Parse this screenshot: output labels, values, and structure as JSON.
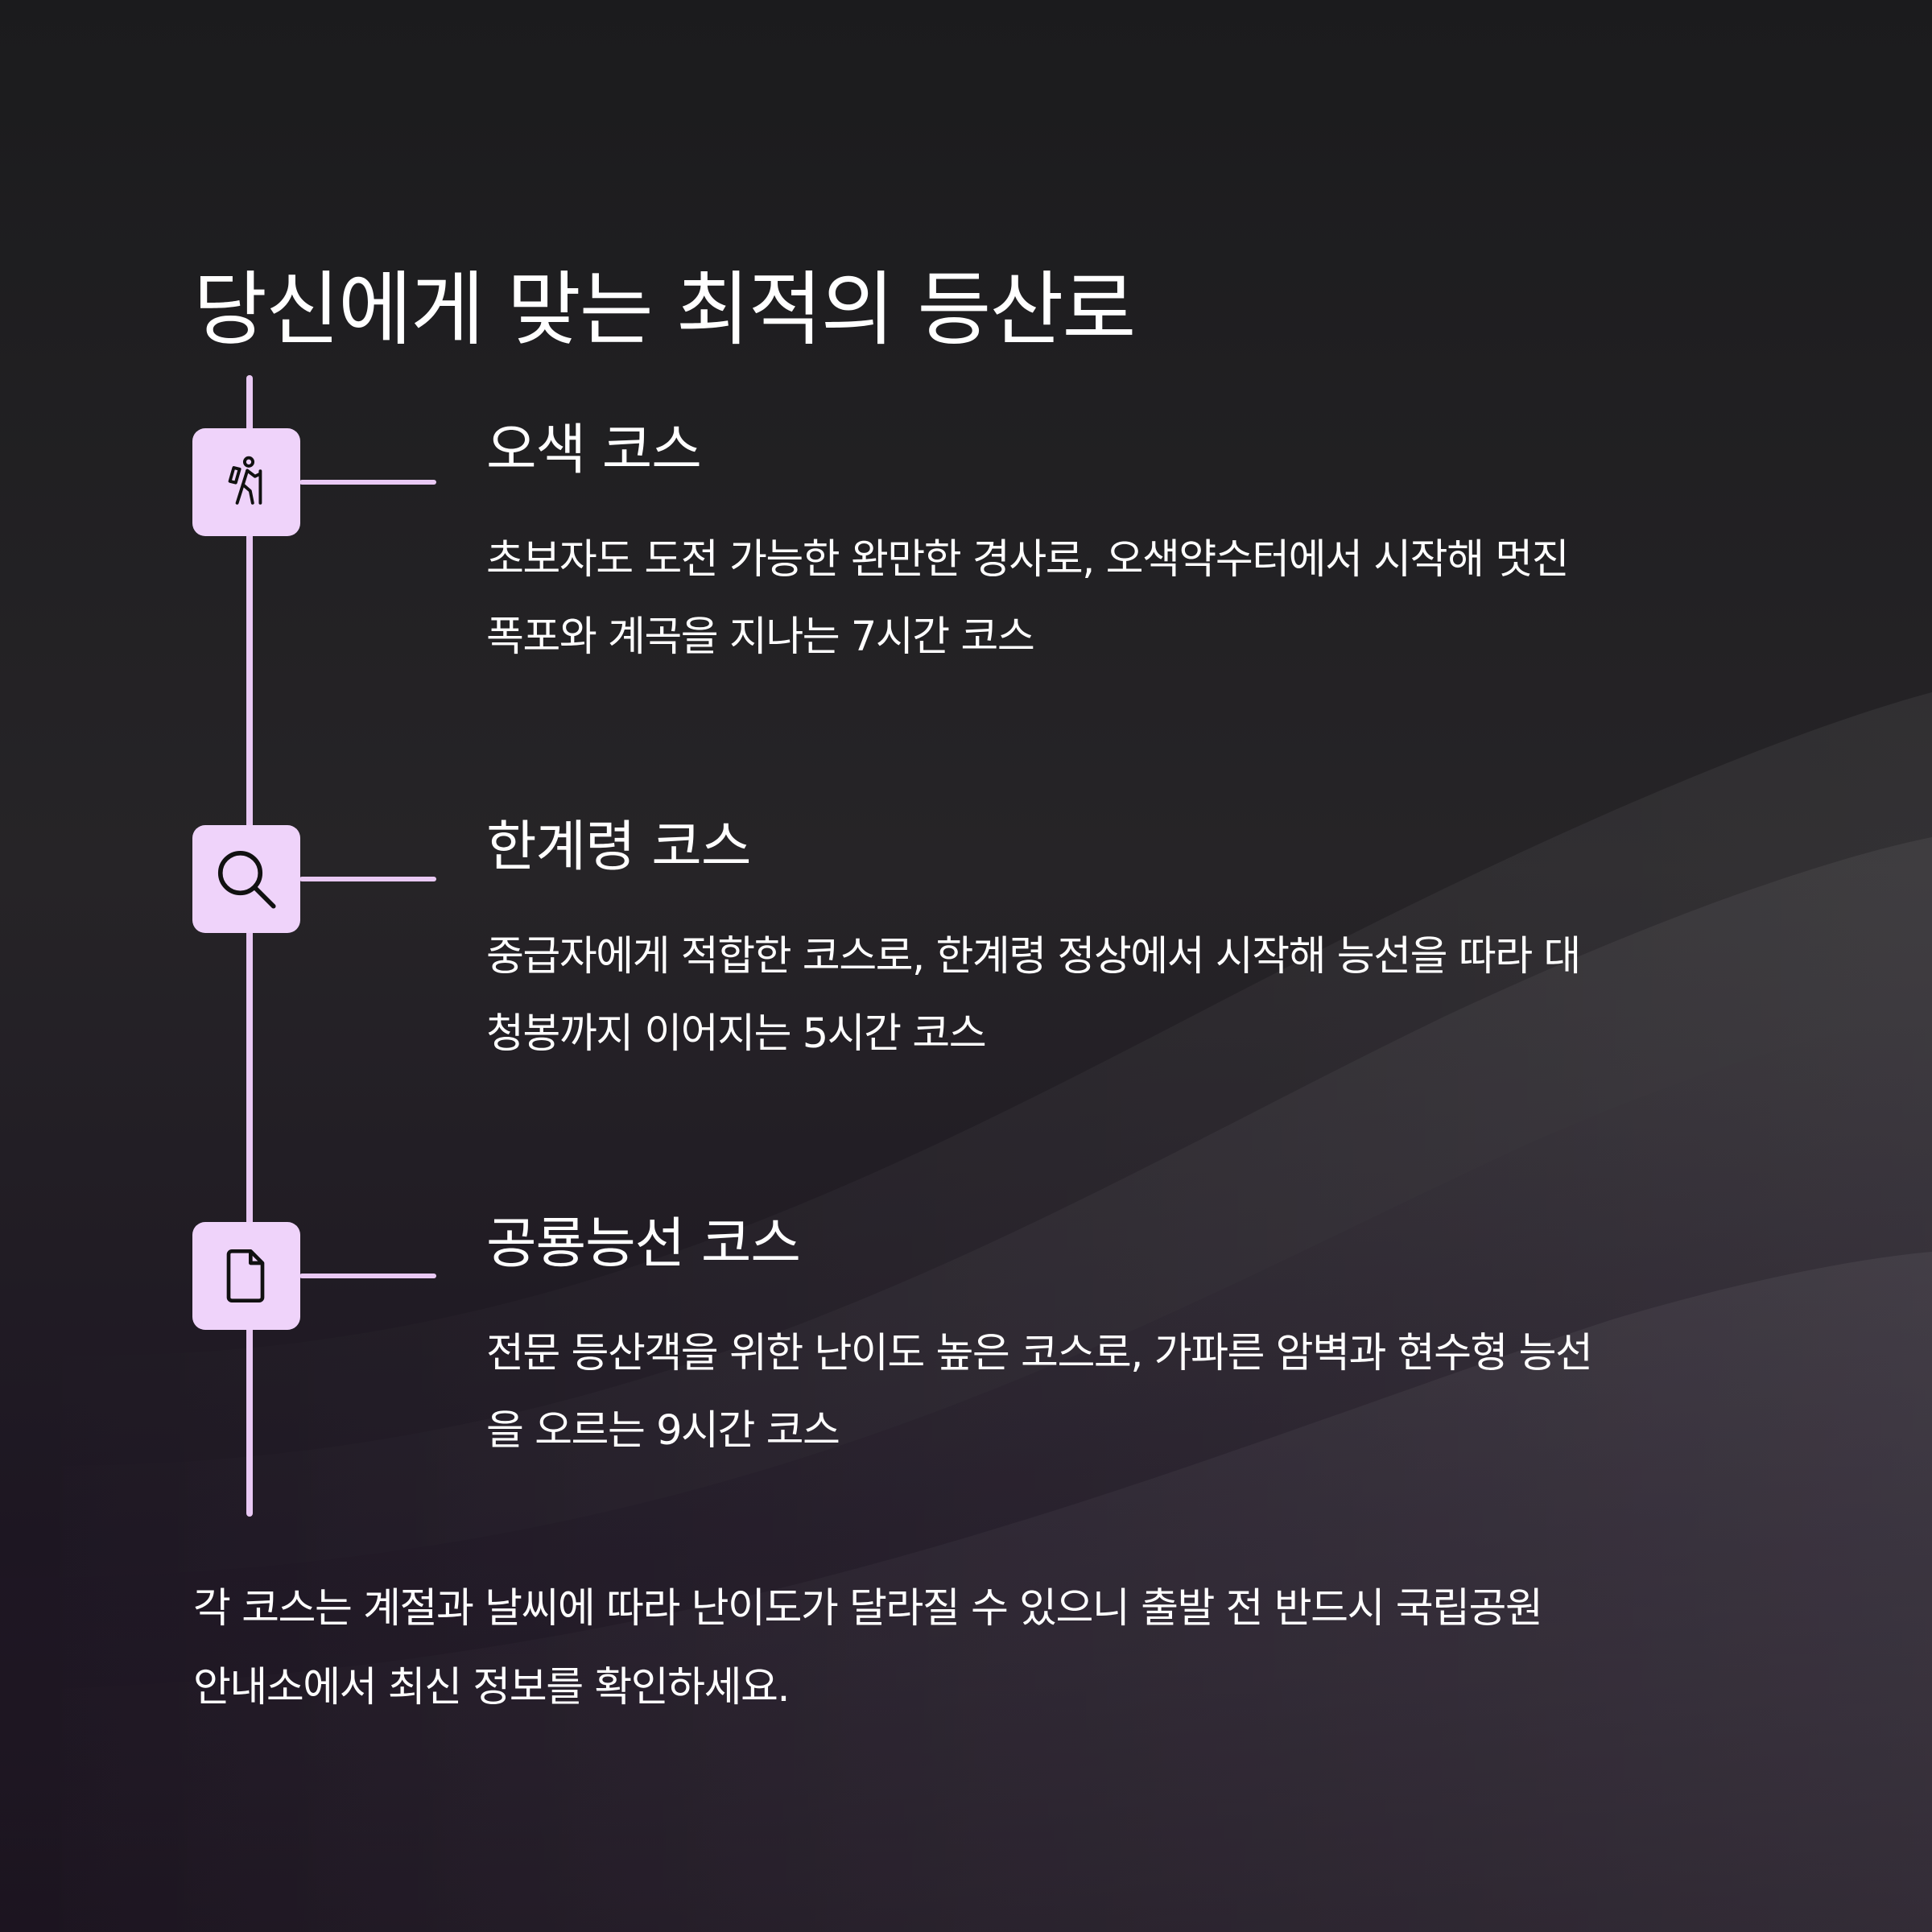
{
  "page": {
    "title": "당신에게 맞는 최적의 등산로",
    "accent_color": "#efd3fa",
    "line_color": "#e9c9f4"
  },
  "courses": [
    {
      "icon": "hiker-icon",
      "title": "오색 코스",
      "desc_line1": "초보자도 도전 가능한 완만한 경사로, 오색약수터에서 시작해 멋진",
      "desc_line2": "폭포와 계곡을 지나는 7시간 코스"
    },
    {
      "icon": "search-icon",
      "title": "한계령 코스",
      "desc_line1": "중급자에게 적합한 코스로, 한계령 정상에서 시작해 능선을 따라 대",
      "desc_line2": "청봉까지 이어지는 5시간 코스"
    },
    {
      "icon": "document-icon",
      "title": "공룡능선 코스",
      "desc_line1": "전문 등산객을 위한 난이도 높은 코스로, 가파른 암벽과 현수형 능선",
      "desc_line2": "을 오르는 9시간 코스"
    }
  ],
  "footer": {
    "line1": "각 코스는 계절과 날씨에 따라 난이도가 달라질 수 있으니 출발 전 반드시 국립공원",
    "line2": "안내소에서 최신 정보를 확인하세요."
  }
}
